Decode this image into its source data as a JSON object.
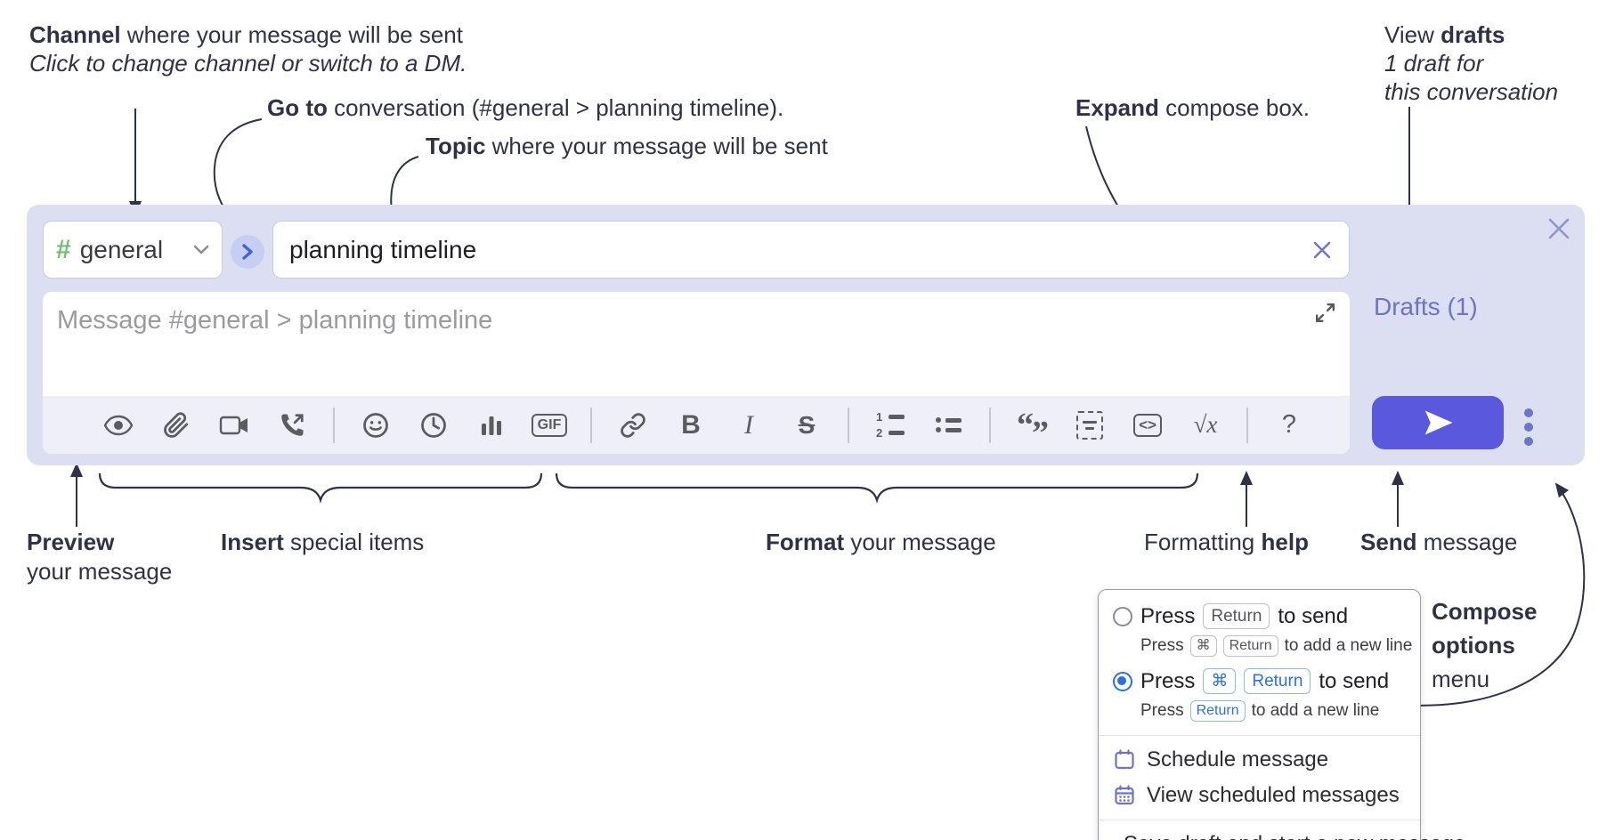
{
  "annotations": {
    "channel": {
      "bold": "Channel",
      "rest": " where your message will be sent",
      "sub": "Click to change channel or switch to a DM."
    },
    "goto": {
      "bold": "Go to",
      "rest": " conversation (#general > planning timeline)."
    },
    "topic": {
      "bold": "Topic",
      "rest": " where your message will be sent"
    },
    "expand": {
      "bold": "Expand",
      "rest": " compose box."
    },
    "drafts": {
      "pre": "View ",
      "bold": "drafts",
      "line2": "1 draft for",
      "line3": "this conversation"
    },
    "preview": {
      "bold": "Preview",
      "rest": "your message"
    },
    "insert": {
      "bold": "Insert",
      "rest": " special items"
    },
    "format": {
      "bold": "Format",
      "rest": " your message"
    },
    "help": {
      "pre": "Formatting ",
      "bold": "help"
    },
    "send": {
      "bold": "Send",
      "rest": " message"
    },
    "options": {
      "line1": "Compose",
      "line2": "options",
      "line3": "menu"
    }
  },
  "compose": {
    "channel_name": "general",
    "topic_value": "planning timeline",
    "message_placeholder": "Message #general > planning timeline",
    "drafts_link": "Drafts (1)"
  },
  "toolbar": {
    "bold": "B",
    "italic": "I",
    "strike": "S",
    "gif": "GIF",
    "ol_1": "1",
    "ol_2": "2",
    "quote_open": "“",
    "quote_close": "”",
    "code": "<>",
    "math": "√x",
    "help": "?"
  },
  "options_menu": {
    "send_options": [
      {
        "selected": false,
        "pre": "Press",
        "key1": "Return",
        "post": "to send",
        "sub_pre": "Press",
        "sub_key1": "⌘",
        "sub_key2": "Return",
        "sub_post": "to add a new line"
      },
      {
        "selected": true,
        "pre": "Press",
        "key1": "⌘",
        "key2": "Return",
        "post": "to send",
        "sub_pre": "Press",
        "sub_key1": "Return",
        "sub_post": "to add a new line"
      }
    ],
    "items": [
      "Schedule message",
      "View scheduled messages",
      "Save draft and start a new message"
    ]
  },
  "colors": {
    "accent_send": "#5a58dd",
    "link": "#6b74c9",
    "compose_bg": "#dcdff2",
    "hash_green": "#6fbf73",
    "radio_blue": "#2e6fe0"
  }
}
